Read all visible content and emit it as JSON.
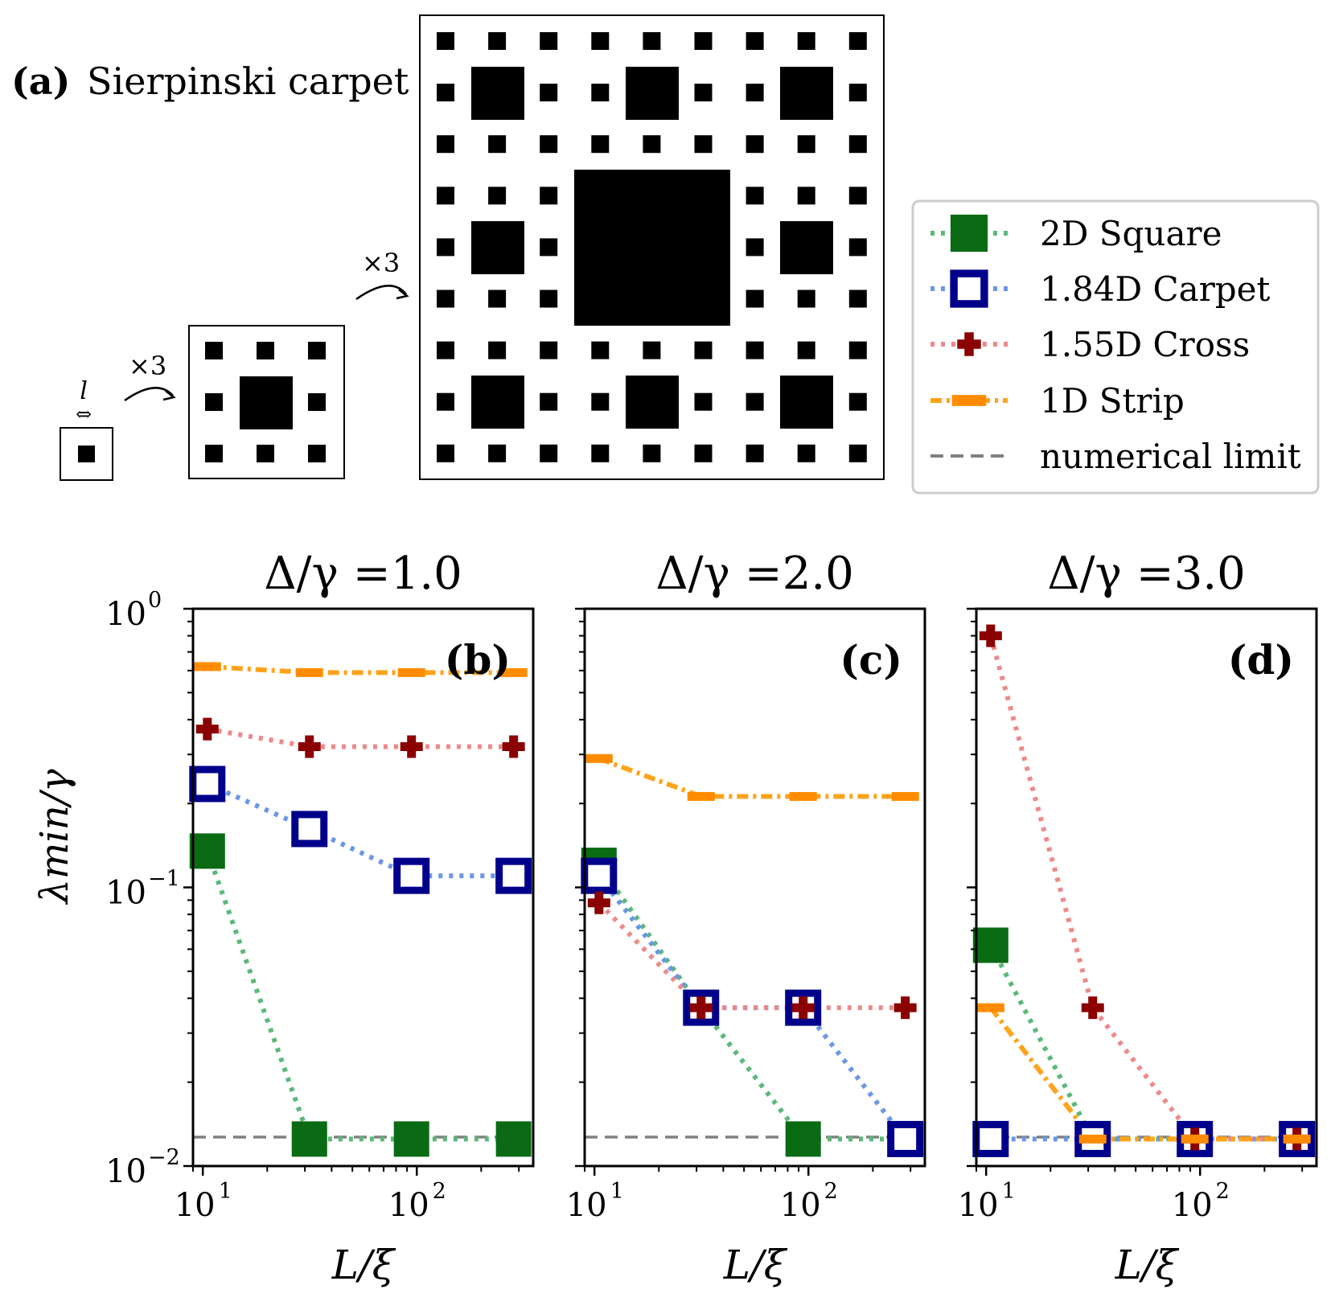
{
  "panel_a": {
    "tag": "(a)",
    "title": "Sierpinski carpet",
    "scale_labels": [
      "×3",
      "×3"
    ],
    "length_label": "l",
    "length_arrow": "⇔"
  },
  "legend": {
    "entries": [
      {
        "label": "2D Square",
        "color": "#5cb87a",
        "marker_color": "#0a6b14",
        "marker": "square-filled"
      },
      {
        "label": "1.84D Carpet",
        "color": "#6a96e6",
        "marker_color": "#00008b",
        "marker": "square-open"
      },
      {
        "label": "1.55D Cross",
        "color": "#ec8a8a",
        "marker_color": "#8b0000",
        "marker": "plus"
      },
      {
        "label": "1D Strip",
        "color": "#ffa31a",
        "marker_color": "#ff8c00",
        "marker": "dash"
      },
      {
        "label": "numerical limit",
        "color": "#808080",
        "marker": "none"
      }
    ]
  },
  "ylabel": "λmin/γ",
  "y_ticks": {
    "labels": [
      "10",
      "10",
      "10"
    ],
    "exponents": [
      "0",
      "−1",
      "−2"
    ]
  },
  "x_ticks": {
    "labels": [
      "10",
      "10"
    ],
    "exponents": [
      "1",
      "2"
    ]
  },
  "chart_data": [
    {
      "type": "line",
      "title": "Δ/γ =1.0",
      "tag": "(b)",
      "xlabel": "L/ξ",
      "ylabel": "λmin/γ",
      "x_scale": "log",
      "y_scale": "log",
      "xlim": [
        9,
        350
      ],
      "ylim": [
        0.01,
        1
      ],
      "x": [
        10.5,
        31.5,
        94.5,
        283.5
      ],
      "series": [
        {
          "name": "2D Square",
          "values": [
            0.135,
            0.0125,
            0.0125,
            0.0125
          ]
        },
        {
          "name": "1.84D Carpet",
          "values": [
            0.235,
            0.162,
            0.11,
            0.11
          ]
        },
        {
          "name": "1.55D Cross",
          "values": [
            0.37,
            0.32,
            0.32,
            0.32
          ]
        },
        {
          "name": "1D Strip",
          "values": [
            0.62,
            0.59,
            0.59,
            0.59
          ]
        }
      ],
      "numerical_limit": 0.0127
    },
    {
      "type": "line",
      "title": "Δ/γ =2.0",
      "tag": "(c)",
      "xlabel": "L/ξ",
      "x_scale": "log",
      "y_scale": "log",
      "xlim": [
        9,
        350
      ],
      "ylim": [
        0.01,
        1
      ],
      "x": [
        10.5,
        31.5,
        94.5,
        283.5
      ],
      "series": [
        {
          "name": "2D Square",
          "values": [
            0.12,
            0.037,
            0.0125,
            0.0125
          ]
        },
        {
          "name": "1.84D Carpet",
          "values": [
            0.11,
            0.037,
            0.037,
            0.0125
          ]
        },
        {
          "name": "1.55D Cross",
          "values": [
            0.088,
            0.037,
            0.037,
            0.037
          ]
        },
        {
          "name": "1D Strip",
          "values": [
            0.29,
            0.212,
            0.212,
            0.212
          ]
        }
      ],
      "numerical_limit": 0.0127
    },
    {
      "type": "line",
      "title": "Δ/γ =3.0",
      "tag": "(d)",
      "xlabel": "L/ξ",
      "x_scale": "log",
      "y_scale": "log",
      "xlim": [
        9,
        350
      ],
      "ylim": [
        0.01,
        1
      ],
      "x": [
        10.5,
        31.5,
        94.5,
        283.5
      ],
      "series": [
        {
          "name": "2D Square",
          "values": [
            0.062,
            0.0125,
            0.0125,
            0.0125
          ]
        },
        {
          "name": "1.84D Carpet",
          "values": [
            0.0125,
            0.0125,
            0.0125,
            0.0125
          ]
        },
        {
          "name": "1.55D Cross",
          "values": [
            0.8,
            0.037,
            0.0125,
            0.0125
          ]
        },
        {
          "name": "1D Strip",
          "values": [
            0.037,
            0.0125,
            0.0125,
            0.0125
          ]
        }
      ],
      "numerical_limit": 0.0127
    }
  ]
}
